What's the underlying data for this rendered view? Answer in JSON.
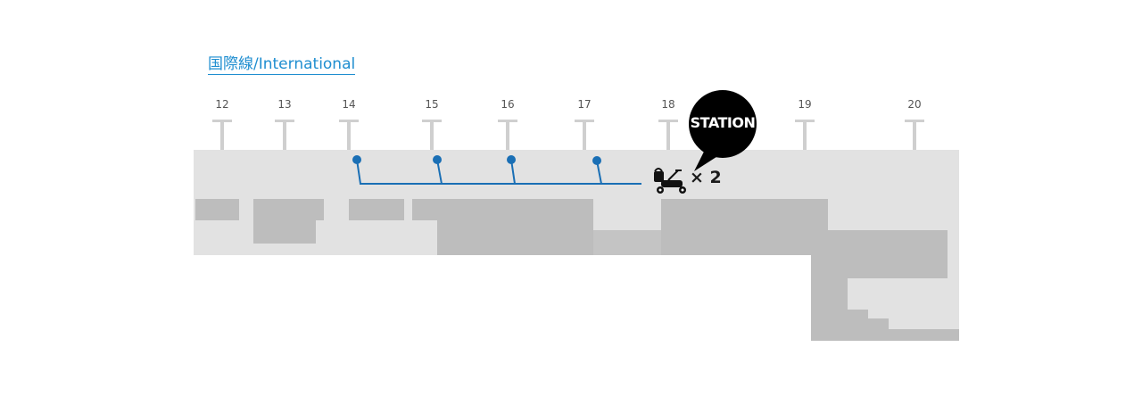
{
  "title": "国際線/International",
  "gates": [
    "12",
    "13",
    "14",
    "15",
    "16",
    "17",
    "18",
    "19",
    "20"
  ],
  "station_label": "STATION",
  "station_count": "× 2",
  "colors": {
    "accent": "#1f8ed0",
    "route": "#1a6fb5",
    "terminal_light": "#e2e2e2",
    "terminal_dark": "#bdbdbd",
    "gate_pole": "#cfcfcf",
    "bubble": "#000000"
  },
  "icons": {
    "gate": "gate-marker-icon",
    "station": "wheelchair-scooter-icon",
    "stop": "route-stop-icon"
  }
}
